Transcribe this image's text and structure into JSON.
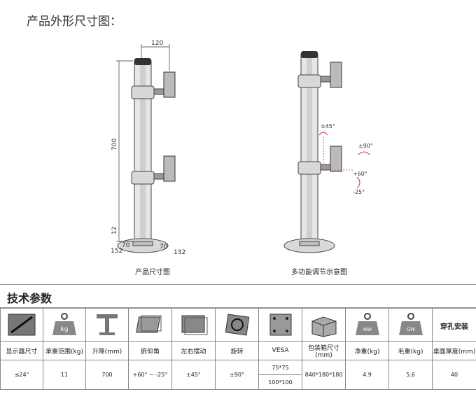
{
  "page": {
    "title": "产品外形尺寸图："
  },
  "figures": {
    "left_caption": "产品尺寸图",
    "right_caption": "多功能调节示意图",
    "dimensions": {
      "top_width": "120",
      "height": "700",
      "base_height": "12",
      "base_left_a": "152",
      "base_left_b": "70",
      "base_right_a": "70",
      "base_right_b": "132"
    },
    "annotations": {
      "tilt_top": "±45°",
      "rotate": "±90°",
      "tilt_up": "+60°",
      "tilt_down": "-25°"
    }
  },
  "specs": {
    "heading": "技术参数",
    "icons": [
      "screen-size-icon",
      "weight-icon",
      "lift-icon",
      "tilt-icon",
      "swivel-icon",
      "rotate-icon",
      "vesa-icon",
      "box-icon",
      "nw-icon",
      "gw-icon"
    ],
    "icon_text": {
      "kg": "kg",
      "nw": "NW",
      "gw": "GW"
    },
    "mount_title": "穿孔安装",
    "labels": [
      "显示器尺寸",
      "承重范围(kg)",
      "升降(mm)",
      "俯仰角",
      "左右摆动",
      "旋转",
      "VESA",
      "包装箱尺寸\n(mm)",
      "净重(kg)",
      "毛重(kg)",
      "桌面厚度(mm)"
    ],
    "values": {
      "screen_size": "≤24\"",
      "load": "11",
      "lift": "700",
      "tilt": "+60° ~ -25°",
      "swivel": "±45°",
      "rotate": "±90°",
      "vesa_a": "75*75",
      "vesa_b": "100*100",
      "box": "840*180*180",
      "nw": "4.9",
      "gw": "5.6",
      "desk": "40"
    }
  }
}
